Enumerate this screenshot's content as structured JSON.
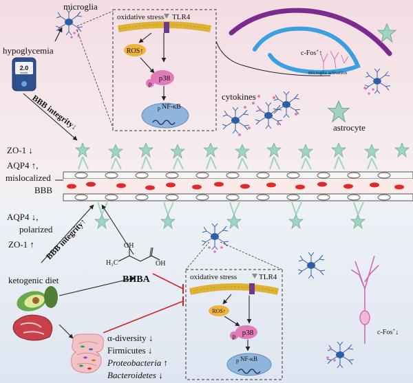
{
  "labels": {
    "microglia": "microglia",
    "hypoglycemia": "hypoglycemia",
    "glucometer_reading": "2.0",
    "glucometer_unit": "mmol/L",
    "oxidative_stress_top": "oxidative stress",
    "tlr4_top": "TLR4",
    "ros_top": "ROS↑",
    "p38_top": "p38",
    "p_top": "p",
    "nfkb_top_p": "p",
    "nfkb_top": "NF-κB",
    "cfos_top": "c-Fos",
    "cfos_top_sup": "+",
    "cfos_top_arrow": "↑",
    "microglia_activation": "microglia activation",
    "cytokines": "cytokines",
    "astrocyte": "astrocyte",
    "bbb_integrity_down": "BBB integrity↓",
    "zo1_down": "ZO-1 ↓",
    "aqp4_up": "AQP4 ↑,",
    "mislocalized": "mislocalized",
    "bbb": "BBB",
    "aqp4_down": "AQP4 ↓,",
    "polarized": "polarized",
    "zo1_up": "ZO-1 ↑",
    "bbb_integrity_up": "BBB integrity↑",
    "ketogenic_diet": "ketogenic diet",
    "bhba": "BHBA",
    "oh": "OH",
    "h3c": "H₃C",
    "oxidative_stress_bottom": "oxidative stress",
    "tlr4_bottom": "TLR4",
    "ros_bottom": "ROS",
    "ros_bottom_arrow": "↑",
    "p_bottom": "p",
    "p38_bottom": "p38",
    "nfkb_bottom_p": "p",
    "nfkb_bottom": "NF-κB",
    "alpha_diversity": "α-diversity ↓",
    "firmicutes": "Firmicutes ↓",
    "proteobacteria": "Proteobacteria",
    "proteobacteria_arrow": " ↑",
    "bacteroidetes": "Bacteroidetes",
    "bacteroidetes_arrow": " ↓",
    "cfos_bottom": "c-Fos",
    "cfos_bottom_sup": "+",
    "cfos_bottom_arrow": "↓"
  },
  "colors": {
    "background_top": "#f3dde3",
    "background_bottom": "#dfe6f1",
    "membrane": "#e0b233",
    "membrane_dark": "#c0892a",
    "receptor": "#6b3a8c",
    "ros": "#f0b23c",
    "p38": "#e07ab8",
    "nucleus": "#8fb5dd",
    "astrocyte": "#9fd4c0",
    "microglia": "#2d5fa8",
    "red_cell": "#e02a2a",
    "inhibit": "#d62020",
    "hippocampus_purple": "#7b2a8f",
    "hippocampus_blue": "#3aa0e0",
    "neuron": "#d36ab0"
  }
}
